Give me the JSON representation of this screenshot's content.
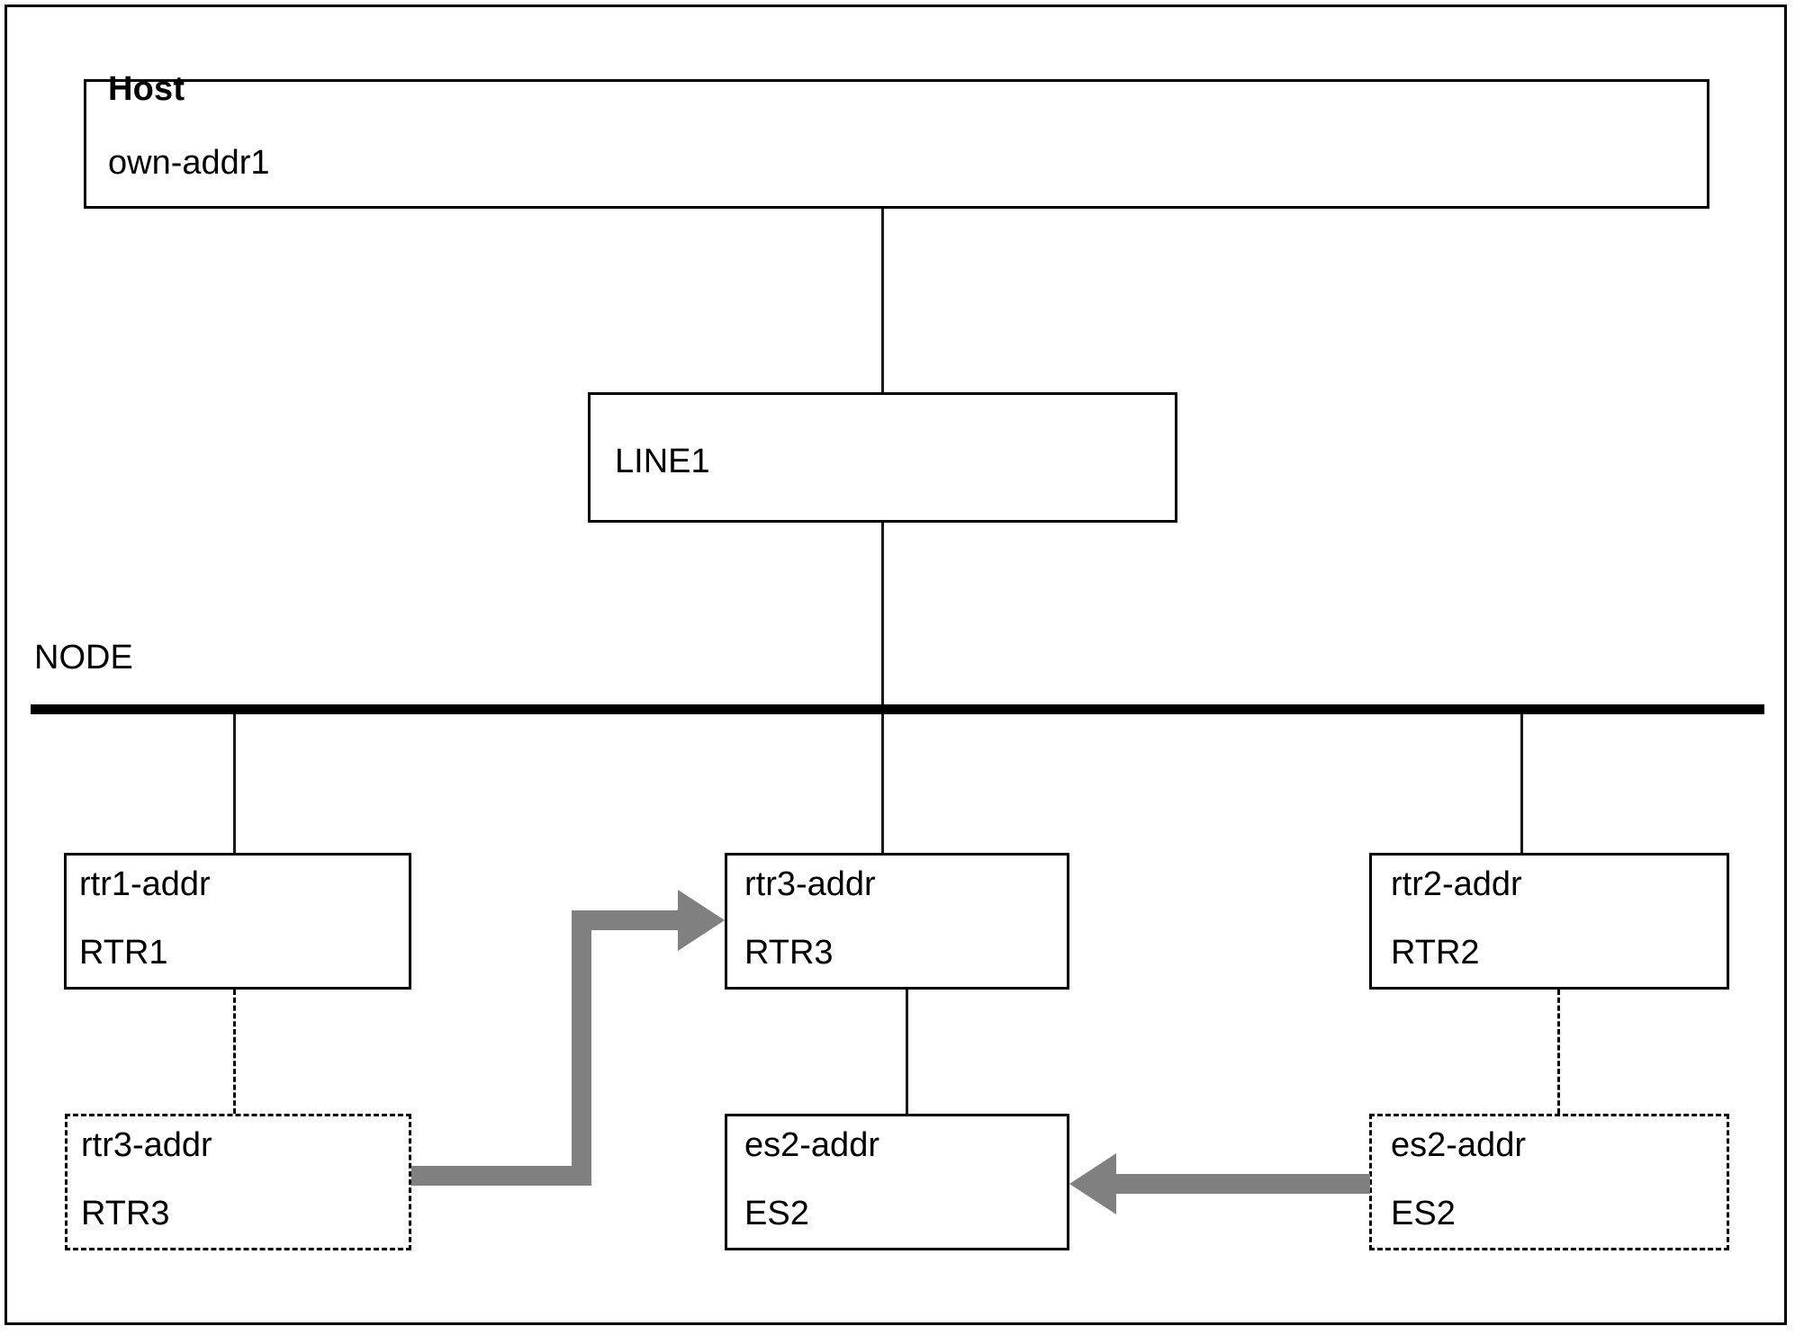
{
  "diagram": {
    "type": "network-node-diagram",
    "background_color": "#ffffff",
    "line_color": "#000000",
    "arrow_color": "#808080",
    "nodes": {
      "host": {
        "title": "Host",
        "address": "own-addr1",
        "style": "solid"
      },
      "line1": {
        "label": "LINE1",
        "style": "solid"
      },
      "node_bus": {
        "label": "NODE",
        "style": "thick-bar"
      },
      "rtr1": {
        "address": "rtr1-addr",
        "name": "RTR1",
        "style": "solid"
      },
      "rtr3_top": {
        "address": "rtr3-addr",
        "name": "RTR3",
        "style": "solid"
      },
      "rtr2": {
        "address": "rtr2-addr",
        "name": "RTR2",
        "style": "solid"
      },
      "rtr3_dashed": {
        "address": "rtr3-addr",
        "name": "RTR3",
        "style": "dashed"
      },
      "es2_solid": {
        "address": "es2-addr",
        "name": "ES2",
        "style": "solid"
      },
      "es2_dashed": {
        "address": "es2-addr",
        "name": "ES2",
        "style": "dashed"
      }
    },
    "flows": [
      {
        "from": "rtr3_dashed",
        "to": "rtr3_top",
        "direction": "right",
        "color": "#808080"
      },
      {
        "from": "es2_dashed",
        "to": "es2_solid",
        "direction": "left",
        "color": "#808080"
      }
    ]
  }
}
